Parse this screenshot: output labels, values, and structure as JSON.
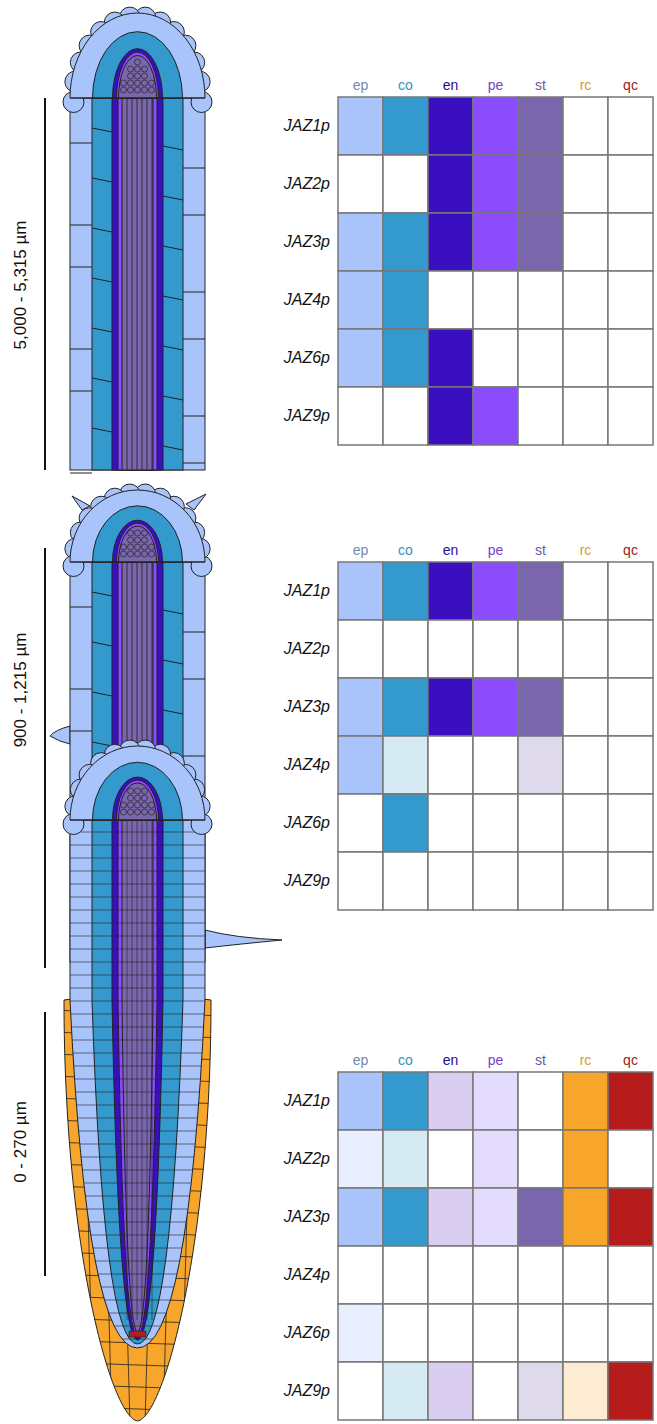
{
  "diagram": {
    "labels": [
      "5,000 - 5,315 µm",
      "ep",
      "co",
      "en",
      "pe",
      "st",
      "rc",
      "qc",
      "JAZ1p",
      "JAZ2p",
      "JAZ3p",
      "JAZ4p",
      "JAZ6p",
      "JAZ9p",
      "900 - 1,215 µm",
      "ep",
      "co",
      "en",
      "pe",
      "st",
      "rc",
      "qc",
      "JAZ1p",
      "JAZ2p",
      "JAZ3p",
      "JAZ4p",
      "JAZ6p",
      "JAZ9p",
      "0 - 270 µm",
      "ep",
      "co",
      "en",
      "pe",
      "st",
      "rc",
      "qc",
      "JAZ1p",
      "JAZ2p",
      "JAZ3p",
      "JAZ4p",
      "JAZ6p",
      "JAZ9p"
    ]
  }
}
